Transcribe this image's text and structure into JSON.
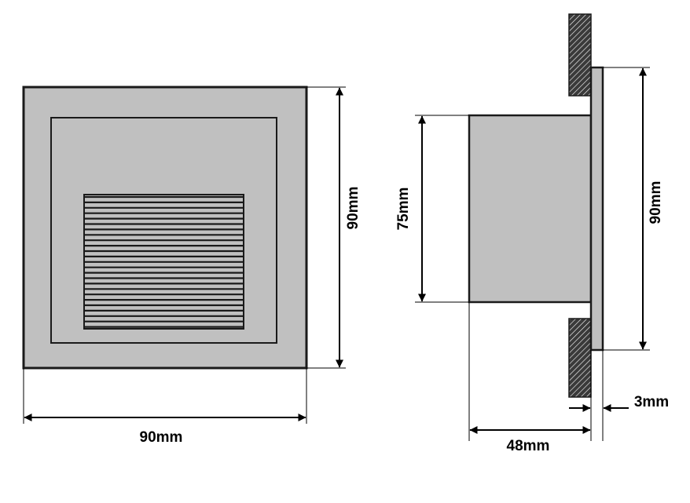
{
  "front_view": {
    "width_label": "90mm",
    "height_label": "90mm"
  },
  "side_view": {
    "body_height_label": "75mm",
    "plate_height_label": "90mm",
    "depth_label": "48mm",
    "plate_thickness_label": "3mm"
  },
  "colors": {
    "fill": "#c0c0c0",
    "outline": "#1a1a1a",
    "wall": "#3a3a3a",
    "background": "#ffffff"
  }
}
